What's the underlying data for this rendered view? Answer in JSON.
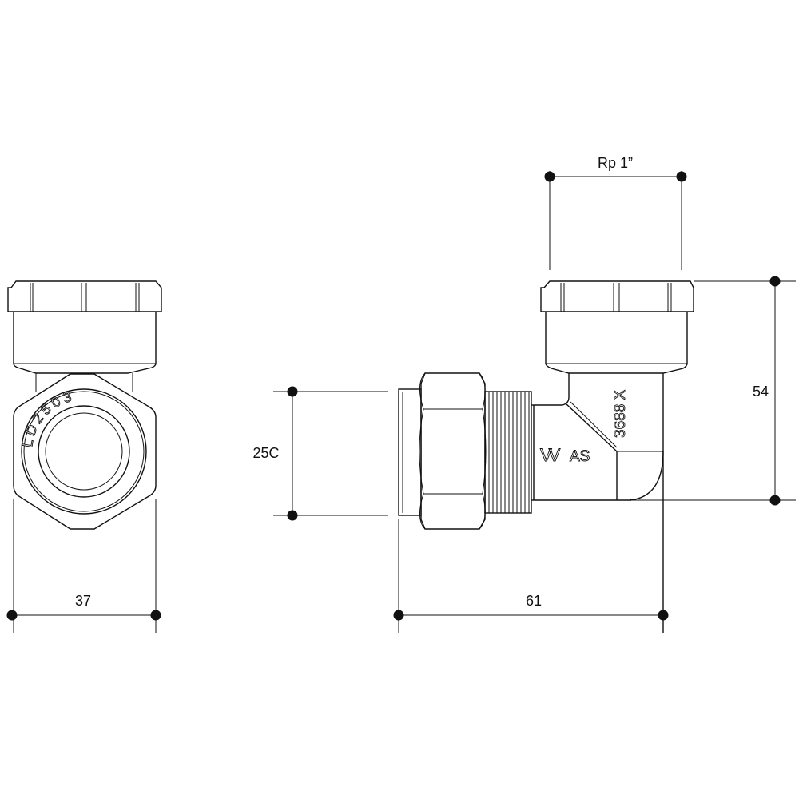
{
  "dimensions": {
    "width_left": "37",
    "height_right": "54",
    "thread_top": "Rp 1”",
    "compression_size": "25C",
    "length_right": "61"
  },
  "markings": {
    "end_code": "LD2503",
    "body_code": "3688 X",
    "standard": "AS",
    "logo": "W"
  }
}
